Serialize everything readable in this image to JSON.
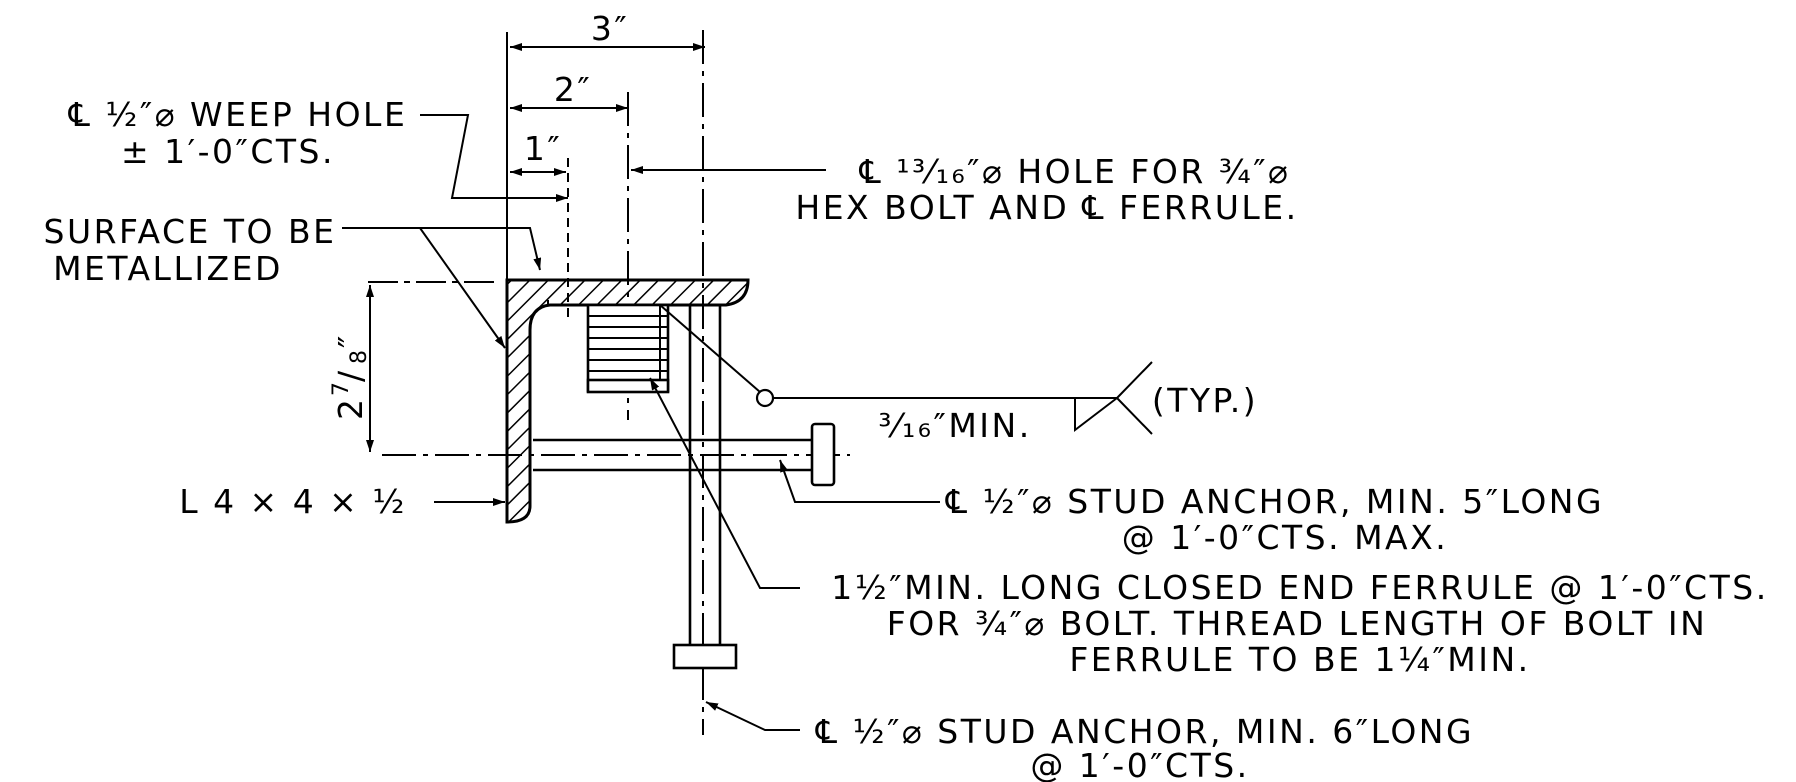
{
  "dimensions": {
    "dim_3": "3″",
    "dim_2": "2″",
    "dim_1": "1″",
    "dim_2_7_8": {
      "whole": "2",
      "num": "7",
      "den": "8",
      "unit": "″"
    }
  },
  "labels": {
    "weep_hole_line1": "℄ ½″⌀ WEEP HOLE",
    "weep_hole_line2": "± 1′-0″CTS.",
    "surface_line1": "SURFACE TO BE",
    "surface_line2": "METALLIZED",
    "hole_line1": "℄ ¹³⁄₁₆″⌀ HOLE FOR ¾″⌀",
    "hole_line2": "HEX BOLT AND ℄ FERRULE.",
    "angle": "L 4 × 4 × ½",
    "weld_size": "³⁄₁₆″MIN.",
    "weld_typ": "(TYP.)",
    "stud5_line1": "℄ ½″⌀ STUD ANCHOR, MIN. 5″LONG",
    "stud5_line2": "@ 1′-0″CTS. MAX.",
    "ferrule_line1": "1½″MIN. LONG CLOSED END FERRULE @ 1′-0″CTS.",
    "ferrule_line2": "FOR ¾″⌀ BOLT. THREAD LENGTH OF BOLT IN",
    "ferrule_line3": "FERRULE TO BE 1¼″MIN.",
    "stud6_line1": "℄ ½″⌀ STUD ANCHOR, MIN. 6″LONG",
    "stud6_line2": "@ 1′-0″CTS."
  }
}
